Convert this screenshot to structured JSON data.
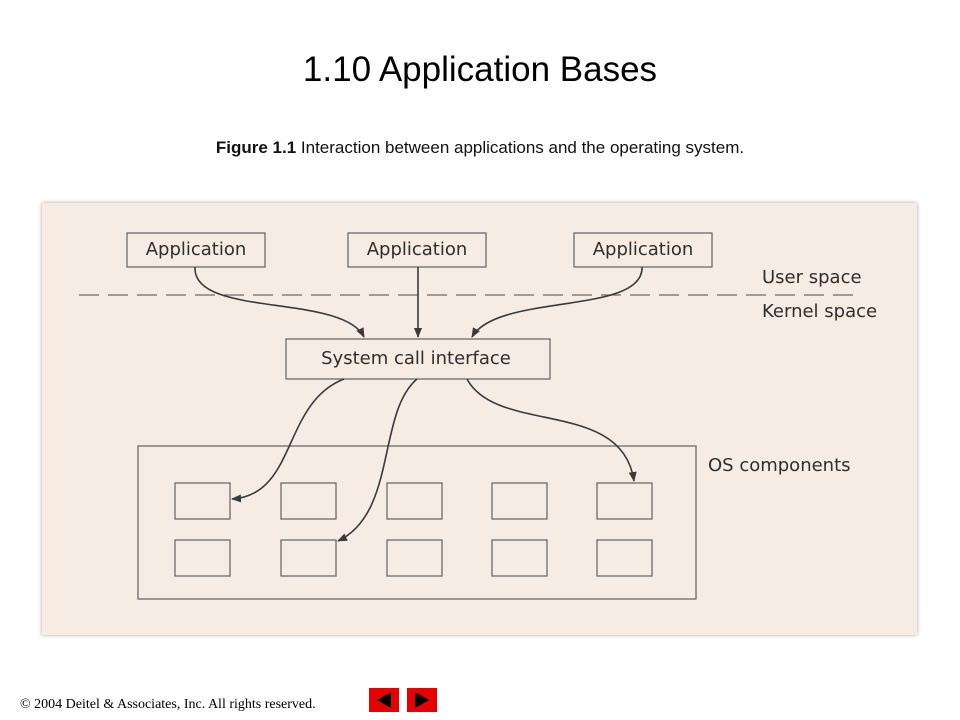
{
  "slide": {
    "title": "1.10 Application Bases",
    "caption_label": "Figure 1.1",
    "caption_text": " Interaction between applications and the operating system."
  },
  "diagram": {
    "applications": [
      "Application",
      "Application",
      "Application"
    ],
    "system_call_interface": "System call interface",
    "user_space_label": "User space",
    "kernel_space_label": "Kernel space",
    "os_components_label": "OS components"
  },
  "footer": {
    "copyright": "© 2004 Deitel & Associates, Inc.  All rights reserved."
  },
  "nav": {
    "prev_icon": "triangle-left-icon",
    "next_icon": "triangle-right-icon",
    "color": "#e60000"
  },
  "colors": {
    "figure_background": "#f6ece3",
    "ink": "#3a3a3a"
  }
}
